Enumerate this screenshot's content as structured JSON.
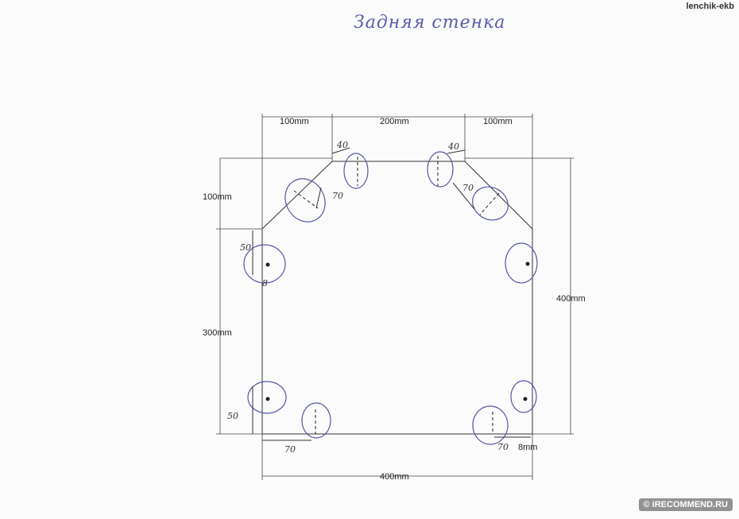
{
  "title": "Задняя стенка",
  "watermark_user": "lenchik-ekb",
  "watermark_logo": "© iRECOMMEND.RU",
  "ink_color": "#5555aa",
  "top_dims": {
    "left": "100mm",
    "middle": "200mm",
    "right": "100mm"
  },
  "left_dims": {
    "upper": "100mm",
    "lower": "300mm"
  },
  "right_dim": "400mm",
  "bottom_dim": "400mm",
  "bottom_right_small": "8mm",
  "handwritten": {
    "tl_40": "40",
    "tr_40": "40",
    "tl_70": "70",
    "tr_70": "70",
    "left_50": "50",
    "left_8": "8",
    "bl_50": "50",
    "bl_70": "70",
    "br_70": "70"
  }
}
